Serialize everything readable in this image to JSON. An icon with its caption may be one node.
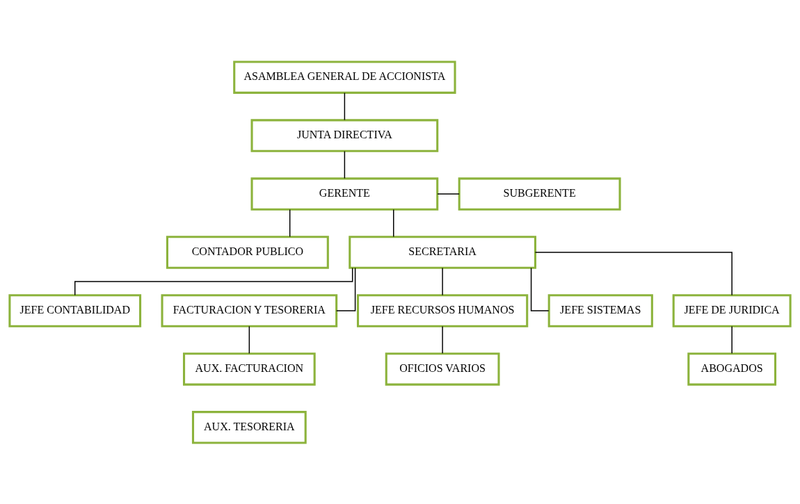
{
  "diagram": {
    "nodes": [
      {
        "text": [
          "ASAMBLEA GENERAL DE ACCIONISTA"
        ]
      },
      {
        "text": [
          "JUNTA DIRECTIVA"
        ]
      },
      {
        "text": [
          "GERENTE"
        ]
      },
      {
        "text": [
          "SUBGERENTE"
        ]
      },
      {
        "text": [
          "CONTADOR PUBLICO"
        ]
      },
      {
        "text": [
          "SECRETARIA"
        ]
      },
      {
        "text": [
          "JEFE CONTABILIDAD"
        ]
      },
      {
        "text": [
          "FACTURACION Y TESORERIA"
        ]
      },
      {
        "text": [
          "JEFE RECURSOS HUMANOS"
        ]
      },
      {
        "text": [
          "JEFE SISTEMAS"
        ]
      },
      {
        "text": [
          "JEFE DE JURIDICA"
        ]
      },
      {
        "text": [
          "AUX. FACTURACION"
        ]
      },
      {
        "text": [
          "AUX. TESORERIA"
        ]
      },
      {
        "text": [
          "OFICIOS VARIOS"
        ]
      },
      {
        "text": [
          "ABOGADOS"
        ]
      }
    ],
    "edges": [
      {
        "from": 0,
        "to": 1,
        "arrow": "none"
      },
      {
        "from": 1,
        "to": 2,
        "arrow": "none"
      },
      {
        "from": 2,
        "to": 3,
        "arrow": "none"
      },
      {
        "from": 2,
        "to": 4,
        "arrow": "none"
      },
      {
        "from": 2,
        "to": 5,
        "arrow": "none"
      },
      {
        "from": 5,
        "to": 6,
        "arrow": "none"
      },
      {
        "from": 5,
        "to": 7,
        "arrow": "none"
      },
      {
        "from": 5,
        "to": 8,
        "arrow": "none"
      },
      {
        "from": 5,
        "to": 9,
        "arrow": "none"
      },
      {
        "from": 5,
        "to": 10,
        "arrow": "none"
      },
      {
        "from": 7,
        "to": 11,
        "arrow": "none"
      },
      {
        "from": 8,
        "to": 13,
        "arrow": "none"
      },
      {
        "from": 10,
        "to": 14,
        "arrow": "none"
      }
    ]
  }
}
